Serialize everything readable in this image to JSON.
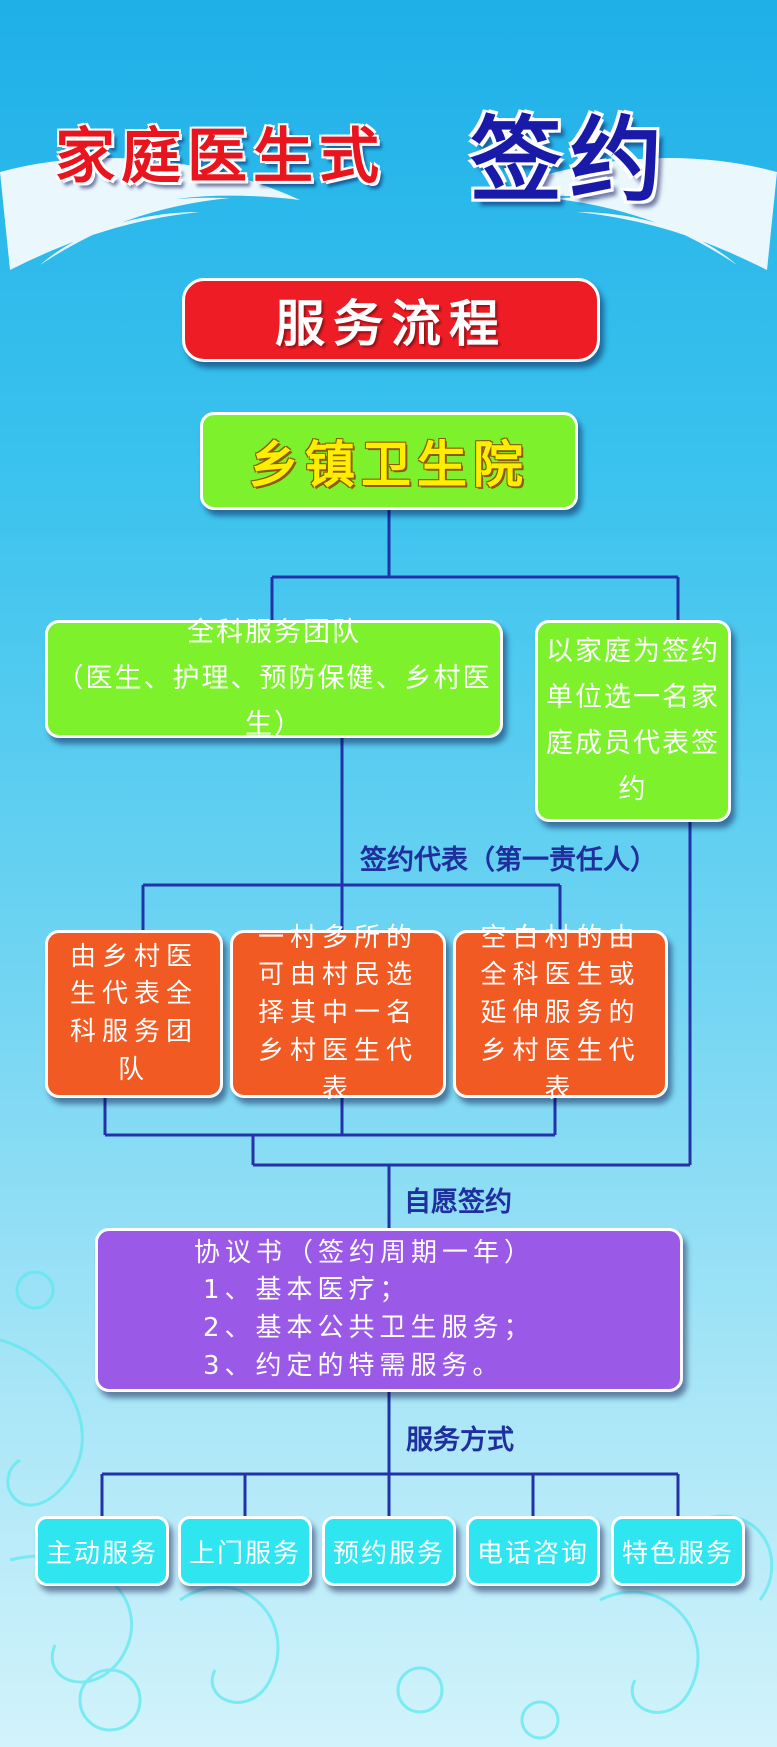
{
  "title": {
    "main": "家庭医生式",
    "accent": "签约"
  },
  "banner": "服务流程",
  "hospital": "乡镇卫生院",
  "team": {
    "name": "全科服务团队",
    "members": "（医生、护理、预防保健、乡村医生）"
  },
  "household": "以家庭为签约单位选一名家庭成员代表签约",
  "rep_label": "签约代表（第一责任人）",
  "representatives": [
    "由乡村医生代表全科服务团队",
    "一村多所的可由村民选择其中一名乡村医生代表",
    "空白村的由全科医生或延伸服务的乡村医生代表"
  ],
  "voluntary_label": "自愿签约",
  "agreement": {
    "title": "协议书（签约周期一年）",
    "items": [
      "1、基本医疗；",
      "2、基本公共卫生服务；",
      "3、约定的特需服务。"
    ]
  },
  "service_mode_label": "服务方式",
  "services": [
    "主动服务",
    "上门服务",
    "预约服务",
    "电话咨询",
    "特色服务"
  ],
  "colors": {
    "background": "#3cc3ee",
    "title_red": "#e8141e",
    "title_blue": "#1a1aa8",
    "banner": "#ee1c24",
    "green_box": "#7ef12d",
    "orange_box": "#f15a22",
    "purple_box": "#9b59e8",
    "cyan_box": "#2fe6f0",
    "connector": "#2233aa"
  }
}
